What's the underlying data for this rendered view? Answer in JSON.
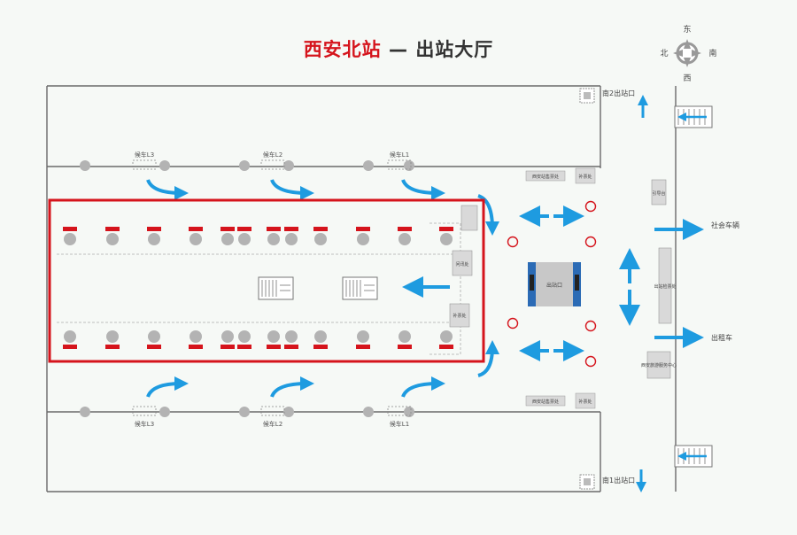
{
  "title": {
    "station": "西安北站",
    "dash": "—",
    "hall": "出站大厅"
  },
  "compass": {
    "north": "北",
    "south": "南",
    "east": "东",
    "west": "西"
  },
  "labels": {
    "exit_north": "南2出站口",
    "exit_south": "南1出站口",
    "social_vehicles": "社会车辆",
    "taxi": "出租车",
    "info_desk": "问讯处",
    "ticket_office": "补票处",
    "center_kiosk": "出站口",
    "upper_shop": "西安站售票处",
    "upper_booth": "补票处",
    "lower_shop": "西安站售票处",
    "lower_booth": "补票处",
    "right_kiosk_upper": "引导台",
    "right_kiosk_lower": "西安旅游服务中心",
    "right_kiosk_tall": "出站检票处"
  },
  "gates_top": [
    "候车L3",
    "候车L2",
    "候车L1"
  ],
  "gates_bottom": [
    "候车L3",
    "候车L2",
    "候车L1"
  ],
  "colors": {
    "accent_red": "#d5141c",
    "arrow_blue": "#1e9be0",
    "gate_gray": "#b3b3b3",
    "wall": "#6a6a6a"
  }
}
